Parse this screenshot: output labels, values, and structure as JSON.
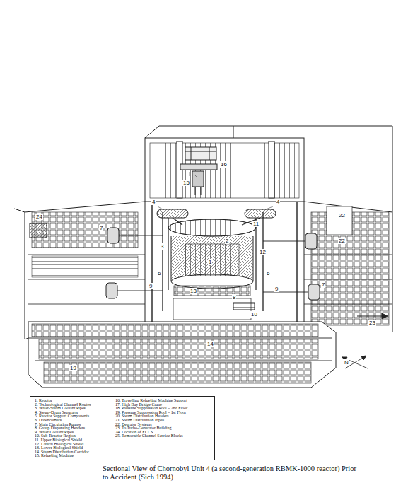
{
  "diagram": {
    "caption": "Sectional View of Chornobyl Unit 4 (a second-generation RBMK-1000 reactor) Prior to Accident (Sich 1994)",
    "nodes": [
      {
        "text": [
          "1. Reactor",
          "2. Technological Channel Routes",
          "3. Water-Steam Coolant Pipes",
          "4. Steam-Drum Separator",
          "5. Reactor Support Components",
          "6. Downcomers",
          "7. Main Circulation Pumps",
          "8. Group Dispensing Headers",
          "9. Water Coolant Pipes",
          "10. Sub-Reactor Region",
          "11. Upper Biological Shield",
          "12. Lateral Biological Shield",
          "13. Lower Biological Shield",
          "14. Steam Distribution Corridor",
          "15. Refueling Machine",
          "16. Travelling Refueling Machine Support",
          "17. High Bay Bridge Crane",
          "18. Pressure Suppression Pool – 2nd Floor",
          "19. Pressure Suppression Pool – 1st Floor",
          "20. Steam Distribution Headers",
          "21. Steam Distribution Pipes",
          "22. Dearator Systems",
          "23. To Turbo-Generator Building",
          "24. Location of ECCS",
          "25. Removable Channel Service Blocks"
        ]
      }
    ],
    "labels": [
      "24",
      "4",
      "16",
      "15",
      "4",
      "22",
      "22",
      "3",
      "2",
      "11",
      "1",
      "12",
      "7",
      "9",
      "13",
      "6",
      "6",
      "10",
      "8",
      "9",
      "7",
      "14",
      "19",
      "23",
      "N"
    ]
  }
}
